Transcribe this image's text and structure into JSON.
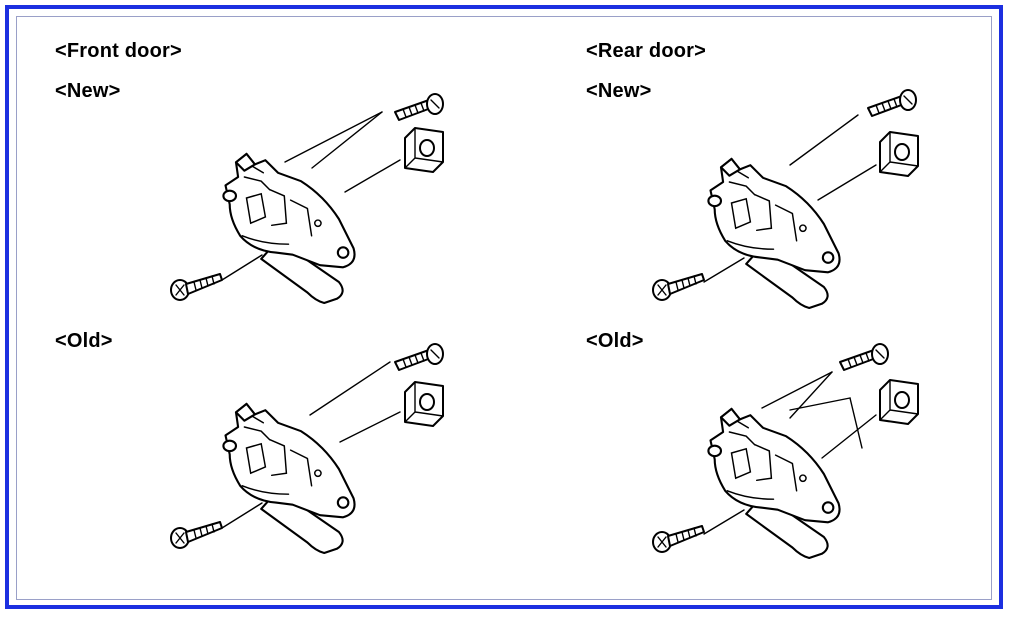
{
  "panels": [
    {
      "door_label": "<Front door>",
      "version_label": "<New>"
    },
    {
      "door_label": "",
      "version_label": "<Old>"
    },
    {
      "door_label": "<Rear door>",
      "version_label": "<New>"
    },
    {
      "door_label": "",
      "version_label": "<Old>"
    }
  ],
  "colors": {
    "frame_border": "#1c2fe0",
    "line_art": "#000000",
    "background": "#ffffff"
  }
}
